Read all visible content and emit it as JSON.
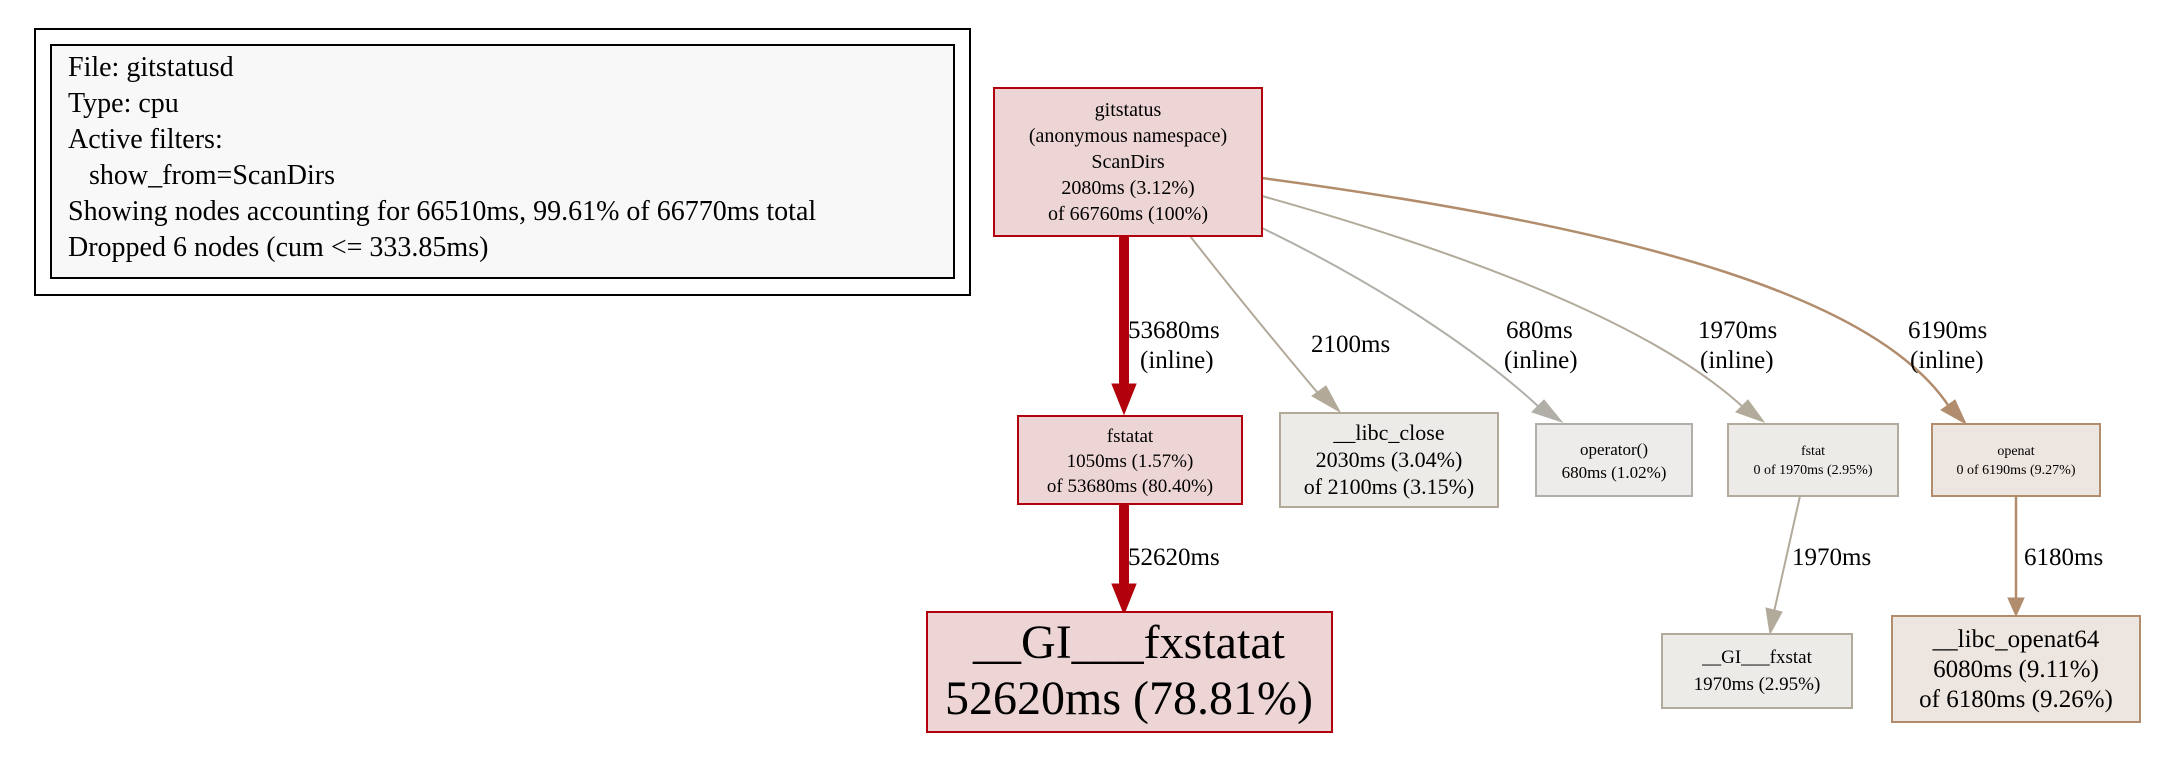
{
  "legend": {
    "lines": [
      "File: gitstatusd",
      "Type: cpu",
      "Active filters:",
      "   show_from=ScanDirs",
      "Showing nodes accounting for 66510ms, 99.61% of 66770ms total",
      "Dropped 6 nodes (cum <= 333.85ms)"
    ]
  },
  "nodes": {
    "scandirs": {
      "lines": [
        "gitstatus",
        "(anonymous namespace)",
        "ScanDirs",
        "2080ms (3.12%)",
        "of 66760ms (100%)"
      ],
      "fill": "#edd5d5",
      "stroke": "#b2000d"
    },
    "fstatat": {
      "lines": [
        "fstatat",
        "1050ms (1.57%)",
        "of 53680ms (80.40%)"
      ],
      "fill": "#edd5d5",
      "stroke": "#b2000d"
    },
    "gi_fxstatat": {
      "lines": [
        "__GI___fxstatat",
        "52620ms (78.81%)"
      ],
      "fill": "#edd5d5",
      "stroke": "#b2000d"
    },
    "libc_close": {
      "lines": [
        "__libc_close",
        "2030ms (3.04%)",
        "of 2100ms (3.15%)"
      ],
      "fill": "#edebe8",
      "stroke": "#b2a999"
    },
    "operator": {
      "lines": [
        "operator()",
        "680ms (1.02%)"
      ],
      "fill": "#edeceb",
      "stroke": "#b2afa9"
    },
    "fstat": {
      "lines": [
        "fstat",
        "0 of 1970ms (2.95%)"
      ],
      "fill": "#edebe8",
      "stroke": "#b2aa9a"
    },
    "gi_fxstat": {
      "lines": [
        "__GI___fxstat",
        "1970ms (2.95%)"
      ],
      "fill": "#edebe8",
      "stroke": "#b2aa9a"
    },
    "openat": {
      "lines": [
        "openat",
        "0 of 6190ms (9.27%)"
      ],
      "fill": "#ede6e0",
      "stroke": "#b28d6d"
    },
    "libc_openat64": {
      "lines": [
        "__libc_openat64",
        "6080ms (9.11%)",
        "of 6180ms (9.26%)"
      ],
      "fill": "#ede6e0",
      "stroke": "#b28d6d"
    }
  },
  "edges": {
    "scandirs_fstatat": {
      "lines": [
        "53680ms",
        "(inline)"
      ],
      "color": "#b2000d"
    },
    "fstatat_gi_fxstatat": {
      "lines": [
        "52620ms"
      ],
      "color": "#b2000d"
    },
    "scandirs_libc_close": {
      "lines": [
        "2100ms"
      ],
      "color": "#b2a999"
    },
    "scandirs_operator": {
      "lines": [
        "680ms",
        "(inline)"
      ],
      "color": "#b2afa9"
    },
    "scandirs_fstat": {
      "lines": [
        "1970ms",
        "(inline)"
      ],
      "color": "#b2aa9a"
    },
    "scandirs_openat": {
      "lines": [
        "6190ms",
        "(inline)"
      ],
      "color": "#b28d6d"
    },
    "fstat_gi_fxstat": {
      "lines": [
        "1970ms"
      ],
      "color": "#b2aa9a"
    },
    "openat_libc_openat64": {
      "lines": [
        "6180ms"
      ],
      "color": "#b28d6d"
    }
  }
}
